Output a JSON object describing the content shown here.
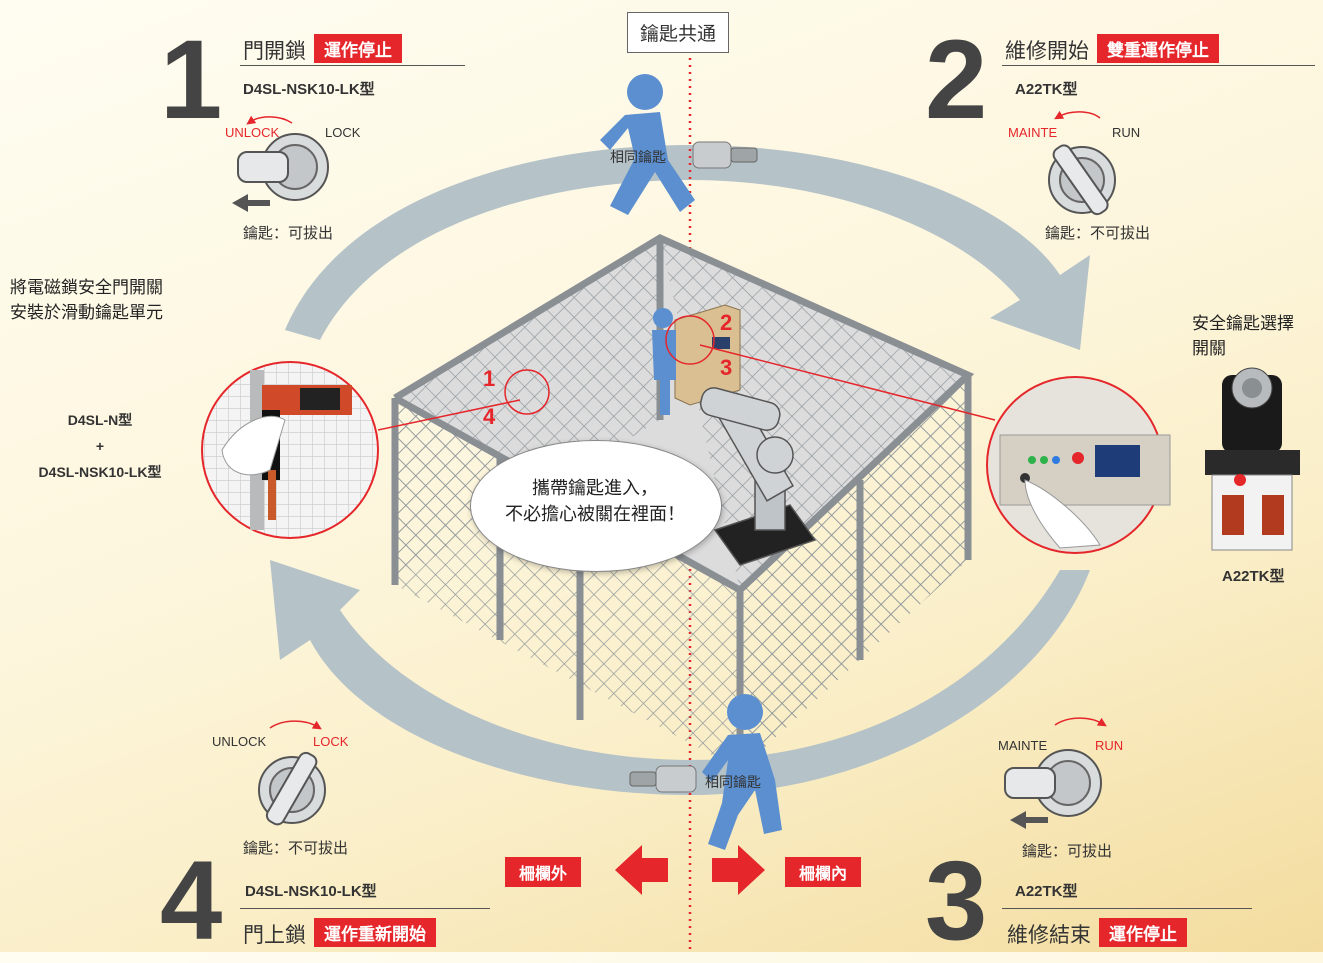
{
  "center": {
    "key_common": "鑰匙共通",
    "same_key_top": "相同鑰匙",
    "same_key_bottom": "相同鑰匙"
  },
  "bubble": {
    "line1": "攜帶鑰匙進入，",
    "line2": "不必擔心被關在裡面！"
  },
  "fence": {
    "outside": "柵欄外",
    "inside": "柵欄內"
  },
  "callout_numbers": {
    "one": "1",
    "two": "2",
    "three": "3",
    "four": "4"
  },
  "left_note": {
    "line1": "將電磁鎖安全門開關",
    "line2": "安裝於滑動鑰匙單元",
    "model_a": "D4SL-N型",
    "plus": "+",
    "model_b": "D4SL-NSK10-LK型"
  },
  "right_note": {
    "line1": "安全鑰匙選擇",
    "line2": "開關",
    "model": "A22TK型"
  },
  "steps": {
    "s1": {
      "number": "1",
      "title": "門開鎖",
      "badge": "運作停止",
      "model": "D4SL-NSK10-LK型",
      "left_label": "UNLOCK",
      "right_label": "LOCK",
      "key_note": "鑰匙：可拔出"
    },
    "s2": {
      "number": "2",
      "title": "維修開始",
      "badge": "雙重運作停止",
      "model": "A22TK型",
      "left_label": "MAINTE",
      "right_label": "RUN",
      "key_note": "鑰匙：不可拔出"
    },
    "s3": {
      "number": "3",
      "title": "維修結束",
      "badge": "運作停止",
      "model": "A22TK型",
      "left_label": "MAINTE",
      "right_label": "RUN",
      "key_note": "鑰匙：可拔出"
    },
    "s4": {
      "number": "4",
      "title": "門上鎖",
      "badge": "運作重新開始",
      "model": "D4SL-NSK10-LK型",
      "left_label": "UNLOCK",
      "right_label": "LOCK",
      "key_note": "鑰匙：不可拔出"
    }
  },
  "colors": {
    "accent_red": "#e5262b",
    "arrow_gray": "#b5c2c7",
    "person_blue": "#5b8fd0"
  }
}
